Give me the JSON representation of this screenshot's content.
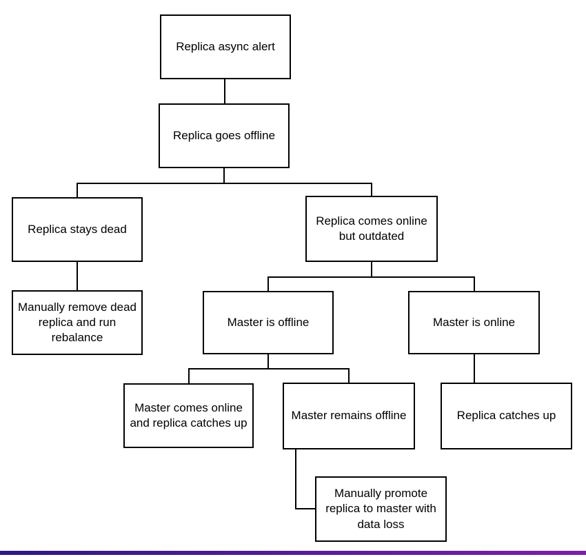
{
  "nodes": [
    {
      "id": "replica-async-alert",
      "label": "Replica async alert"
    },
    {
      "id": "replica-goes-offline",
      "label": "Replica goes offline"
    },
    {
      "id": "replica-stays-dead",
      "label": "Replica stays dead"
    },
    {
      "id": "replica-comes-online-but-outdated",
      "label": "Replica comes online\nbut outdated"
    },
    {
      "id": "manually-remove-dead-replica",
      "label": "Manually remove dead\nreplica and run\nrebalance"
    },
    {
      "id": "master-is-offline",
      "label": "Master is offline"
    },
    {
      "id": "master-is-online",
      "label": "Master is online"
    },
    {
      "id": "master-comes-online-replica-catches-up",
      "label": "Master comes online\nand replica catches up"
    },
    {
      "id": "master-remains-offline",
      "label": "Master remains offline"
    },
    {
      "id": "replica-catches-up",
      "label": "Replica catches up"
    },
    {
      "id": "manually-promote-replica",
      "label": "Manually promote\nreplica to master with\ndata loss"
    }
  ],
  "edges": [
    {
      "from": "replica-async-alert",
      "to": "replica-goes-offline"
    },
    {
      "from": "replica-goes-offline",
      "to": "replica-stays-dead"
    },
    {
      "from": "replica-goes-offline",
      "to": "replica-comes-online-but-outdated"
    },
    {
      "from": "replica-stays-dead",
      "to": "manually-remove-dead-replica"
    },
    {
      "from": "replica-comes-online-but-outdated",
      "to": "master-is-offline"
    },
    {
      "from": "replica-comes-online-but-outdated",
      "to": "master-is-online"
    },
    {
      "from": "master-is-offline",
      "to": "master-comes-online-replica-catches-up"
    },
    {
      "from": "master-is-offline",
      "to": "master-remains-offline"
    },
    {
      "from": "master-is-online",
      "to": "replica-catches-up"
    },
    {
      "from": "master-remains-offline",
      "to": "manually-promote-replica"
    }
  ],
  "colors": {
    "background": "#ffffff",
    "node_fill": "#ffffff",
    "node_border": "#000000",
    "text": "#000000",
    "connector": "#000000",
    "bottom_bar_left": "#2d1a82",
    "bottom_bar_right": "#7a21a8"
  }
}
